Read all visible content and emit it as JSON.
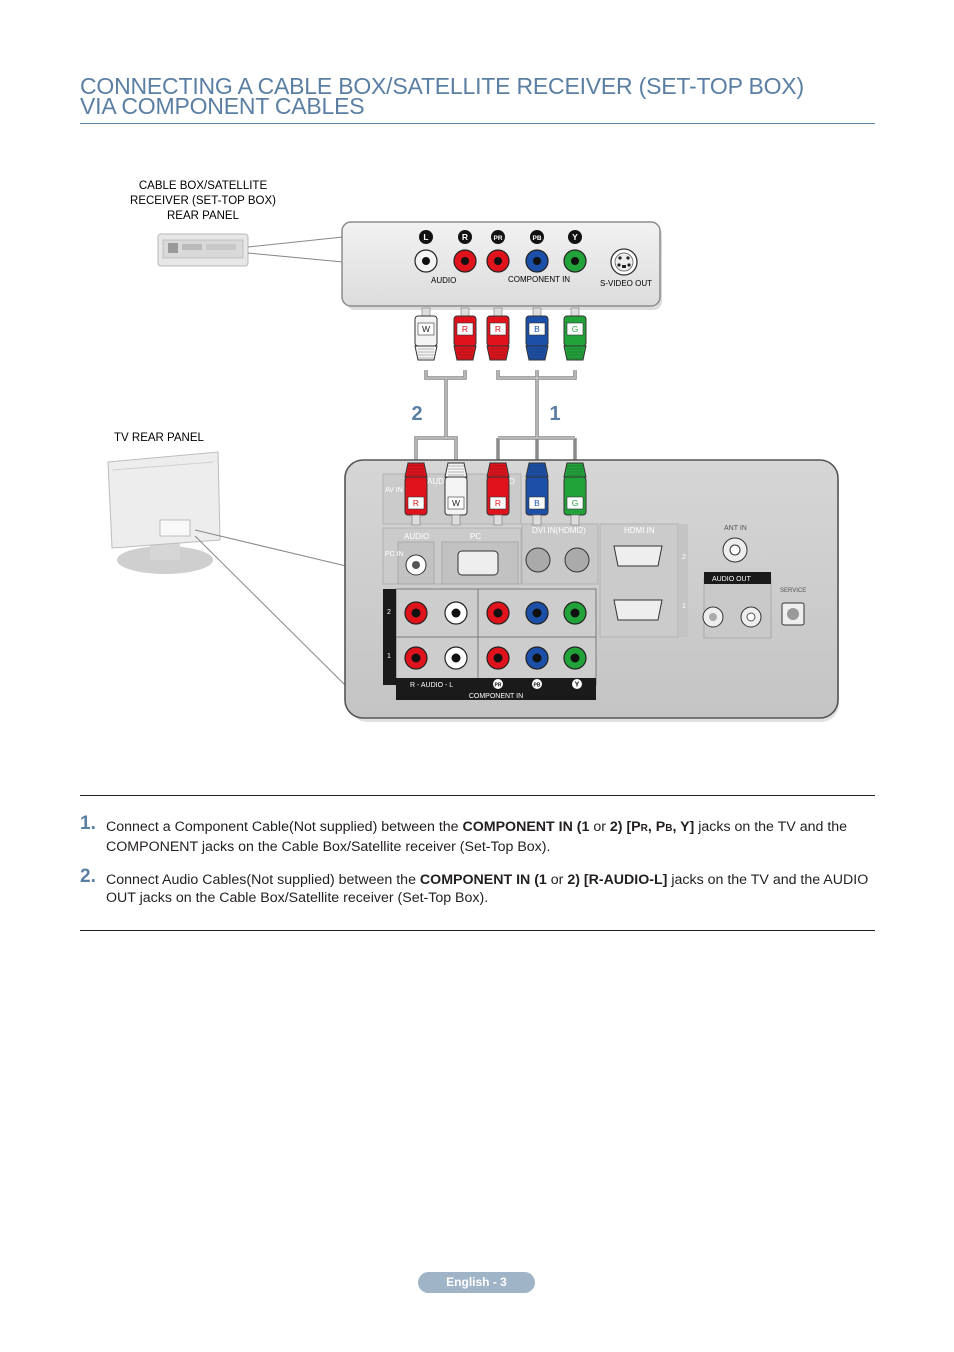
{
  "title": {
    "line1": "CONNECTING A CABLE BOX/SATELLITE RECEIVER (SET-TOP BOX)",
    "line2": "VIA COMPONENT CABLES"
  },
  "diagram": {
    "stb_label": [
      "CABLE BOX/SATELLITE",
      "RECEIVER (SET-TOP BOX)",
      "REAR PANEL"
    ],
    "tv_label": "TV REAR PANEL",
    "stb_jack_letters": [
      "L",
      "R",
      "PR",
      "PB",
      "Y"
    ],
    "stb_audio": "AUDIO",
    "stb_component_in": "COMPONENT IN",
    "stb_svideo_out": "S-VIDEO OUT",
    "plugs_top": [
      "W",
      "R",
      "R",
      "B",
      "G"
    ],
    "plugs_tv": [
      "R",
      "W",
      "R",
      "B",
      "G"
    ],
    "cable_num_audio": "2",
    "cable_num_component": "1",
    "tv_av_in": "AV IN",
    "tv_pc_in": "PC IN",
    "tv_audio": "AUDIO",
    "tv_video": "VIDEO",
    "tv_pc": "PC",
    "tv_dvi": "DVI IN(HDMI2)",
    "tv_hdmi": "HDMI IN",
    "tv_ant": "ANT IN",
    "tv_audio_out": "AUDIO OUT",
    "tv_service": "SERVICE",
    "tv_row2": "2",
    "tv_row1": "1",
    "tv_audio_rl": "R - AUDIO - L",
    "tv_comp_letters": [
      "PR",
      "PB",
      "Y"
    ],
    "tv_component_in": "COMPONENT IN",
    "tv_hdmi_2": "2",
    "tv_hdmi_1": "1"
  },
  "steps": [
    {
      "num": "1.",
      "a": "Connect a Component Cable(Not supplied) between the ",
      "b": "COMPONENT IN (1",
      "c": " or ",
      "d": "2) [P",
      "e": "R",
      "f": ", P",
      "g": "B",
      "h": ", Y]",
      "i": " jacks on the TV and the COMPONENT jacks on the Cable Box/Satellite receiver (Set-Top Box)."
    },
    {
      "num": "2.",
      "a": "Connect Audio Cables(Not supplied) between the ",
      "b": "COMPONENT IN (1",
      "c": " or ",
      "d": "2) [R-AUDIO-L]",
      "e": " jacks on the TV and the AUDIO OUT jacks on the Cable Box/Satellite receiver (Set-Top Box)."
    }
  ],
  "footer": "English - 3",
  "colors": {
    "accent": "#5b7fa3",
    "red": "#e0121b",
    "blue": "#1b4fa8",
    "green": "#22a33a",
    "white_plug": "#f4f4f4"
  }
}
